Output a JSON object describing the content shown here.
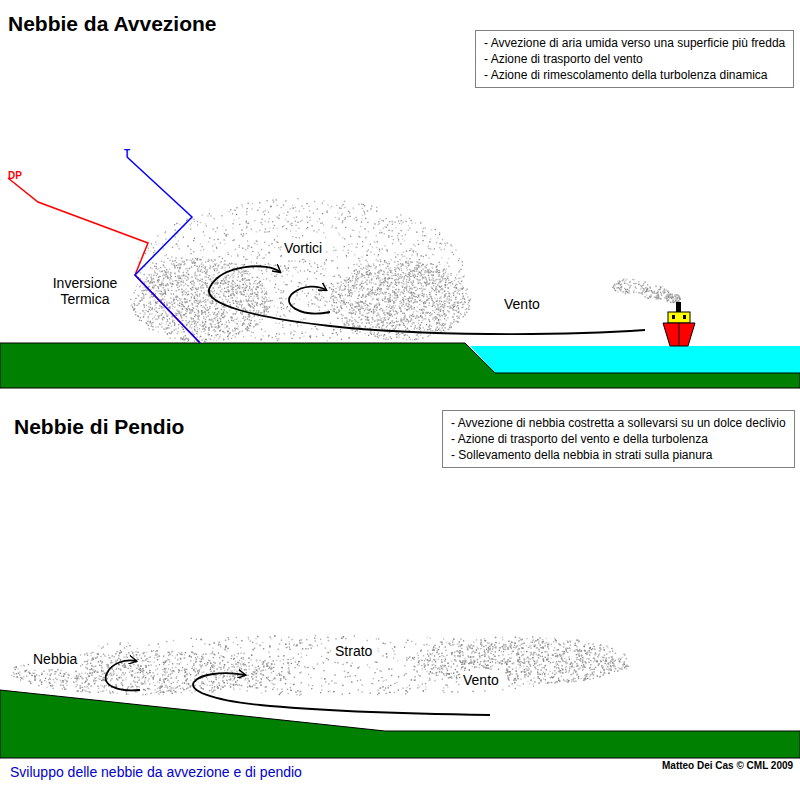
{
  "diagram": {
    "caption": "Sviluppo delle nebbie da avvezione e di pendio",
    "nodes": [
      {
        "text": [
          "- Avvezione di aria umida verso una superficie più fredda",
          "- Azione di trasporto del vento",
          "- Azione di rimescolamento della turbolenza dinamica"
        ]
      },
      {
        "text": [
          "- Avvezione di nebbia costretta a sollevarsi su un dolce declivio",
          "- Azione di trasporto del vento e della turbolenza",
          "- Sollevamento della nebbia in strati sulla pianura"
        ]
      }
    ],
    "labels": [
      "Nebbie da Avvezione",
      "DP",
      "T",
      "Inversione Termica",
      "Vortici",
      "Vento",
      "Nebbie di Pendio",
      "Nebbia",
      "Strato",
      "Vento",
      "Matteo Dei Cas © CML 2009"
    ]
  }
}
